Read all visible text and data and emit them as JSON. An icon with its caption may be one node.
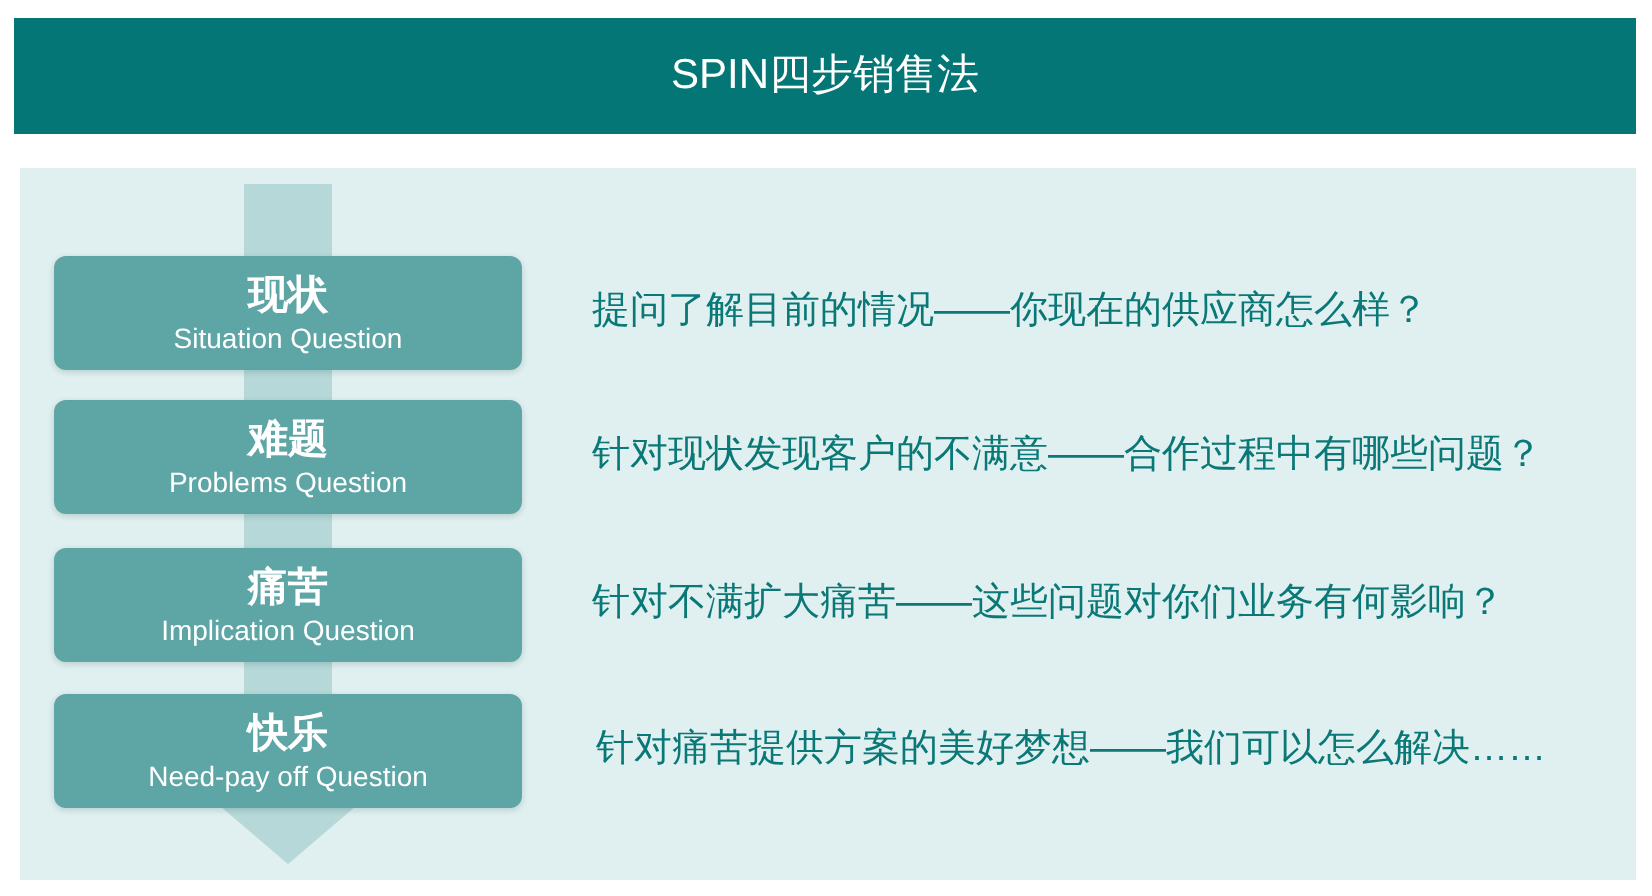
{
  "diagram": {
    "title": "SPIN四步销售法",
    "nodes": [
      {
        "text": [
          "现状",
          "Situation Question"
        ],
        "beside": [
          "提问了解目前的情况——你现在的供应商怎么样？"
        ]
      },
      {
        "text": [
          "难题",
          "Problems Question"
        ],
        "beside": [
          "针对现状发现客户的不满意——合作过程中有哪些问题？"
        ]
      },
      {
        "text": [
          "痛苦",
          "Implication Question"
        ],
        "beside": [
          "针对不满扩大痛苦——这些问题对你们业务有何影响？"
        ]
      },
      {
        "text": [
          "快乐",
          "Need-pay off Question"
        ],
        "beside": [
          "针对痛苦提供方案的美好梦想——我们可以怎么解决……"
        ]
      }
    ]
  }
}
